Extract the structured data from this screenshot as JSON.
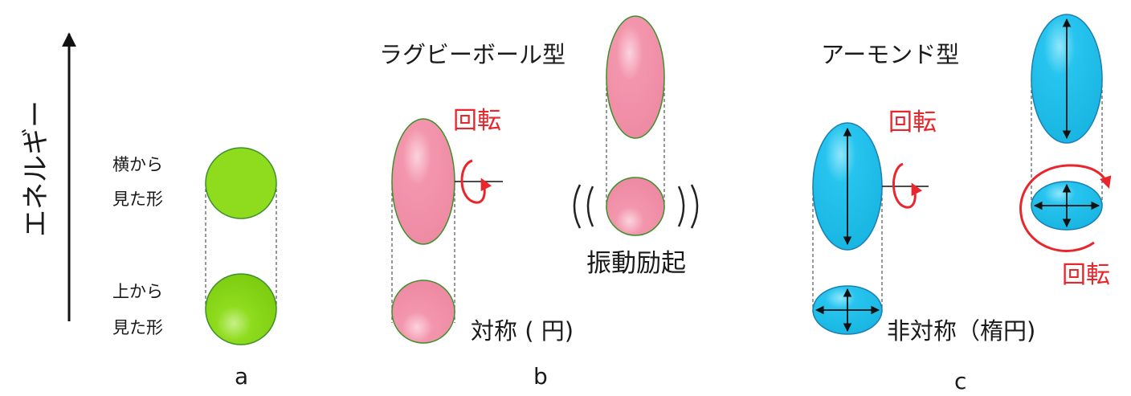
{
  "energy_axis": {
    "label": "エネルギー"
  },
  "panel_a": {
    "side_label_line1": "横から",
    "side_label_line2": "見た形",
    "top_label_line1": "上から",
    "top_label_line2": "見た形",
    "panel_letter": "a"
  },
  "panel_b": {
    "title": "ラグビーボール型",
    "rotation_label": "回転",
    "vibration_label": "振動励起",
    "symmetric_label": "対称 ( 円)",
    "panel_letter": "b"
  },
  "panel_c": {
    "title": "アーモンド型",
    "rotation_label_left": "回転",
    "rotation_label_right": "回転",
    "asymmetric_label": "非対称（楕円)",
    "panel_letter": "c"
  },
  "colors": {
    "green": "#8fdc1e",
    "pink": "#f396ad",
    "cyan": "#26c4ee",
    "rotation_red": "#e8262b",
    "outline_green": "#3d8f2a"
  }
}
